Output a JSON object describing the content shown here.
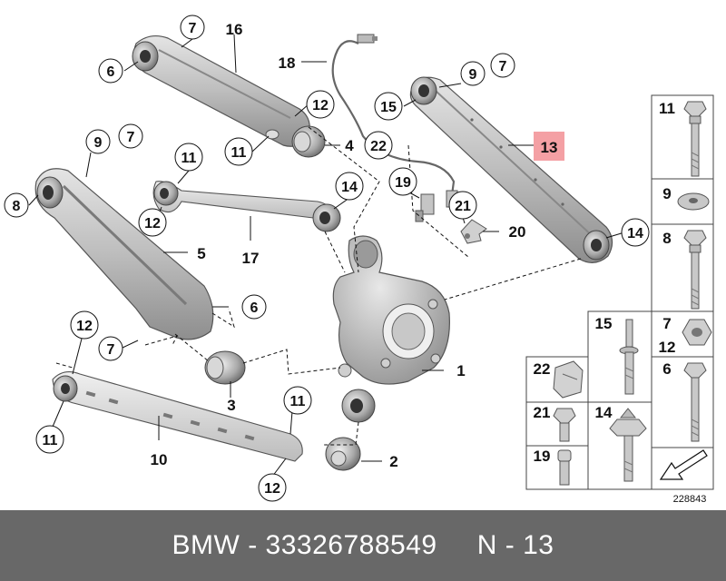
{
  "diagram": {
    "diagram_number": "228843",
    "highlight_color": "#f4a0a4",
    "part_labels": {
      "p1": "1",
      "p2": "2",
      "p3": "3",
      "p4": "4",
      "p5": "5",
      "p6": "6",
      "p7": "7",
      "p8": "8",
      "p9": "9",
      "p10": "10",
      "p11": "11",
      "p12": "12",
      "p13": "13",
      "p14": "14",
      "p15": "15",
      "p16": "16",
      "p17": "17",
      "p18": "18",
      "p19": "19",
      "p20": "20",
      "p21": "21",
      "p22": "22"
    }
  },
  "footer": {
    "brand": "BMW",
    "part_number": "33326788549",
    "position": "N - 13"
  }
}
